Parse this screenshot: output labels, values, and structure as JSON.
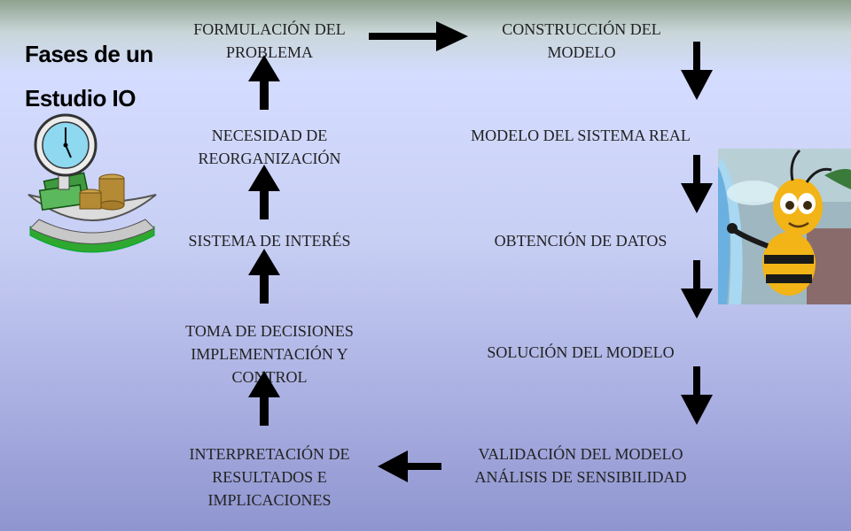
{
  "heading": {
    "line1": "Fases de un",
    "line2": "Estudio IO"
  },
  "steps": {
    "formulacion": "FORMULACIÓN DEL PROBLEMA",
    "construccion": "CONSTRUCCIÓN DEL MODELO",
    "modelo_sistema": "MODELO DEL SISTEMA REAL",
    "obtencion": "OBTENCIÓN DE DATOS",
    "solucion": "SOLUCIÓN DEL MODELO",
    "validacion_l1": "VALIDACIÓN DEL MODELO",
    "validacion_l2": "ANÁLISIS DE SENSIBILIDAD",
    "interpretacion": "INTERPRETACIÓN DE RESULTADOS E IMPLICACIONES",
    "toma_l1": "TOMA DE DECISIONES",
    "toma_l2": "IMPLEMENTACIÓN Y CONTROL",
    "sistema_interes": "SISTEMA DE INTERÉS",
    "necesidad": "NECESIDAD DE REORGANIZACIÓN"
  },
  "icons": {
    "scale": "scale-clipart-icon",
    "bee": "bee-character-icon"
  }
}
